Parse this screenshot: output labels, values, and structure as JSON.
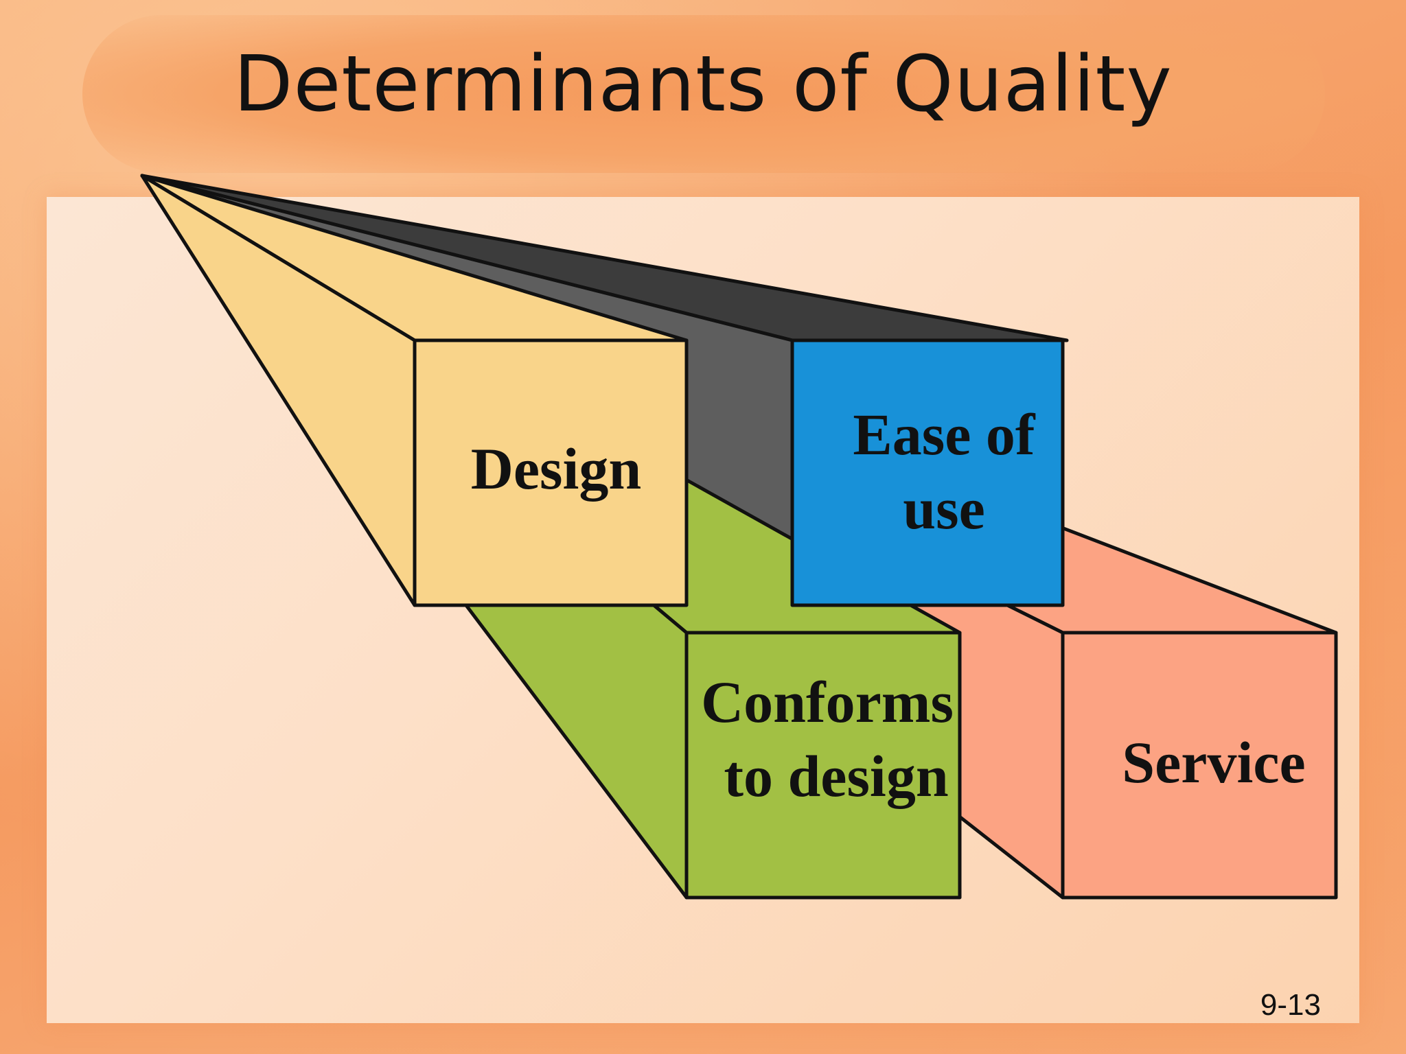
{
  "slide": {
    "title": "Determinants of Quality",
    "slide_number": "9-13"
  },
  "diagram": {
    "boxes": [
      {
        "id": "design",
        "lines": [
          "Design"
        ],
        "color": "#f9d48a"
      },
      {
        "id": "ease_of_use",
        "lines": [
          "Ease of",
          "use"
        ],
        "color": "#1891d8"
      },
      {
        "id": "conforms_to_design",
        "lines": [
          "Conforms",
          "to design"
        ],
        "color": "#a2c044"
      },
      {
        "id": "service",
        "lines": [
          "Service"
        ],
        "color": "#fca383"
      }
    ],
    "colors": {
      "dark_side": "#3c3c3c",
      "mid_side": "#5e5e5e",
      "outline": "#111111"
    }
  }
}
